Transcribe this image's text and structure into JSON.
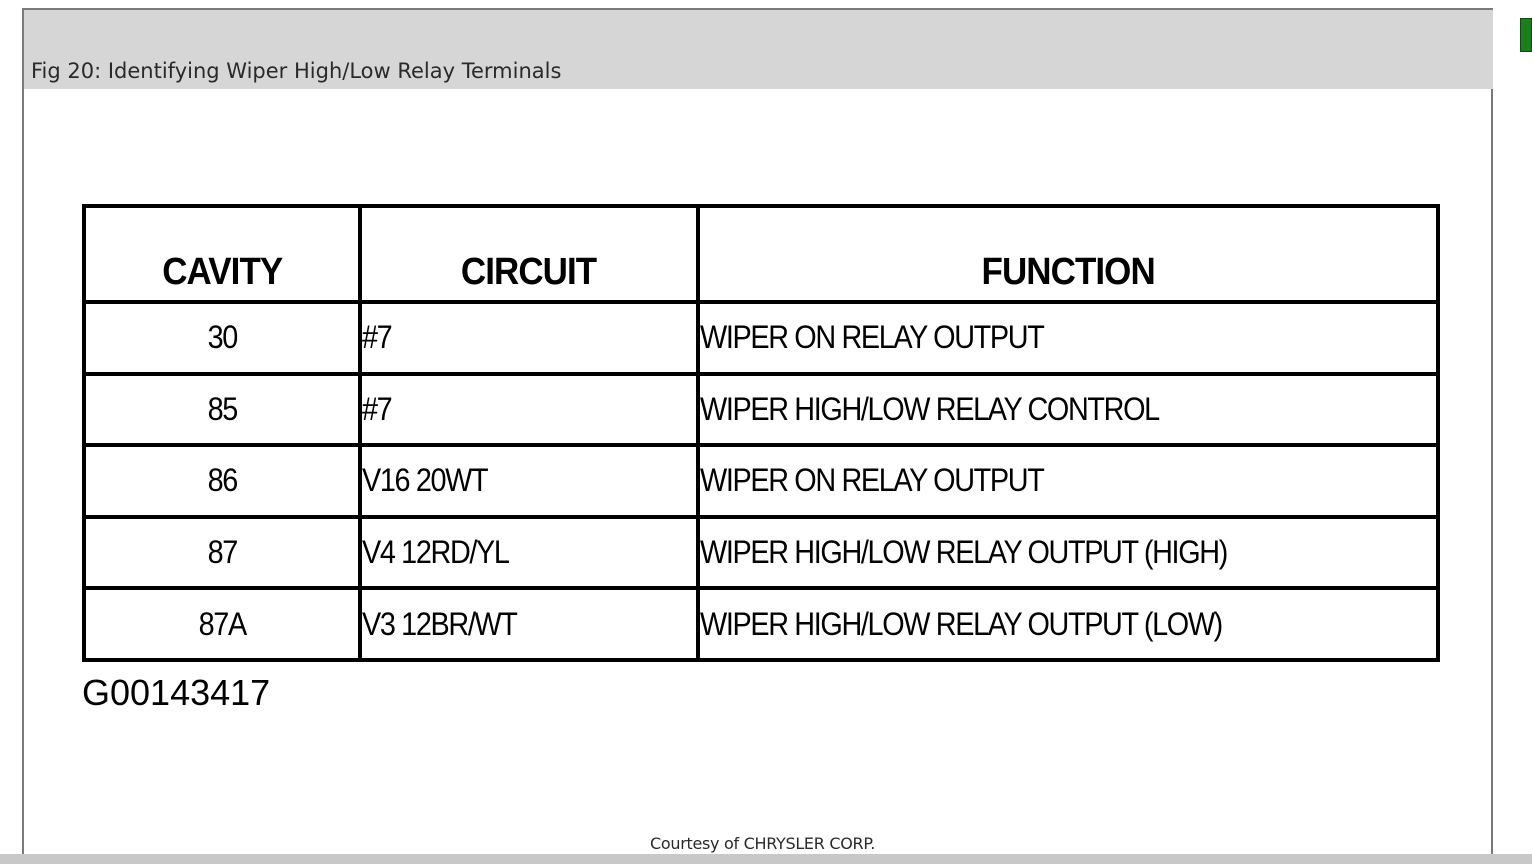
{
  "figure": {
    "title": "Fig 20: Identifying Wiper High/Low Relay Terminals",
    "figure_id": "G00143417",
    "courtesy": "Courtesy of CHRYSLER CORP."
  },
  "table": {
    "headers": {
      "cavity": "CAVITY",
      "circuit": "CIRCUIT",
      "function": "FUNCTION"
    },
    "rows": [
      {
        "cavity": "30",
        "circuit": "#7",
        "function": "WIPER ON RELAY OUTPUT"
      },
      {
        "cavity": "85",
        "circuit": "#7",
        "function": "WIPER HIGH/LOW RELAY CONTROL"
      },
      {
        "cavity": "86",
        "circuit": "V16 20WT",
        "function": "WIPER ON RELAY OUTPUT"
      },
      {
        "cavity": "87",
        "circuit": "V4 12RD/YL",
        "function": "WIPER HIGH/LOW RELAY OUTPUT (HIGH)"
      },
      {
        "cavity": "87A",
        "circuit": "V3 12BR/WT",
        "function": "WIPER HIGH/LOW RELAY OUTPUT (LOW)"
      }
    ]
  },
  "colors": {
    "header_band": "#d6d6d6",
    "side_tab": "#1a7f1a"
  }
}
